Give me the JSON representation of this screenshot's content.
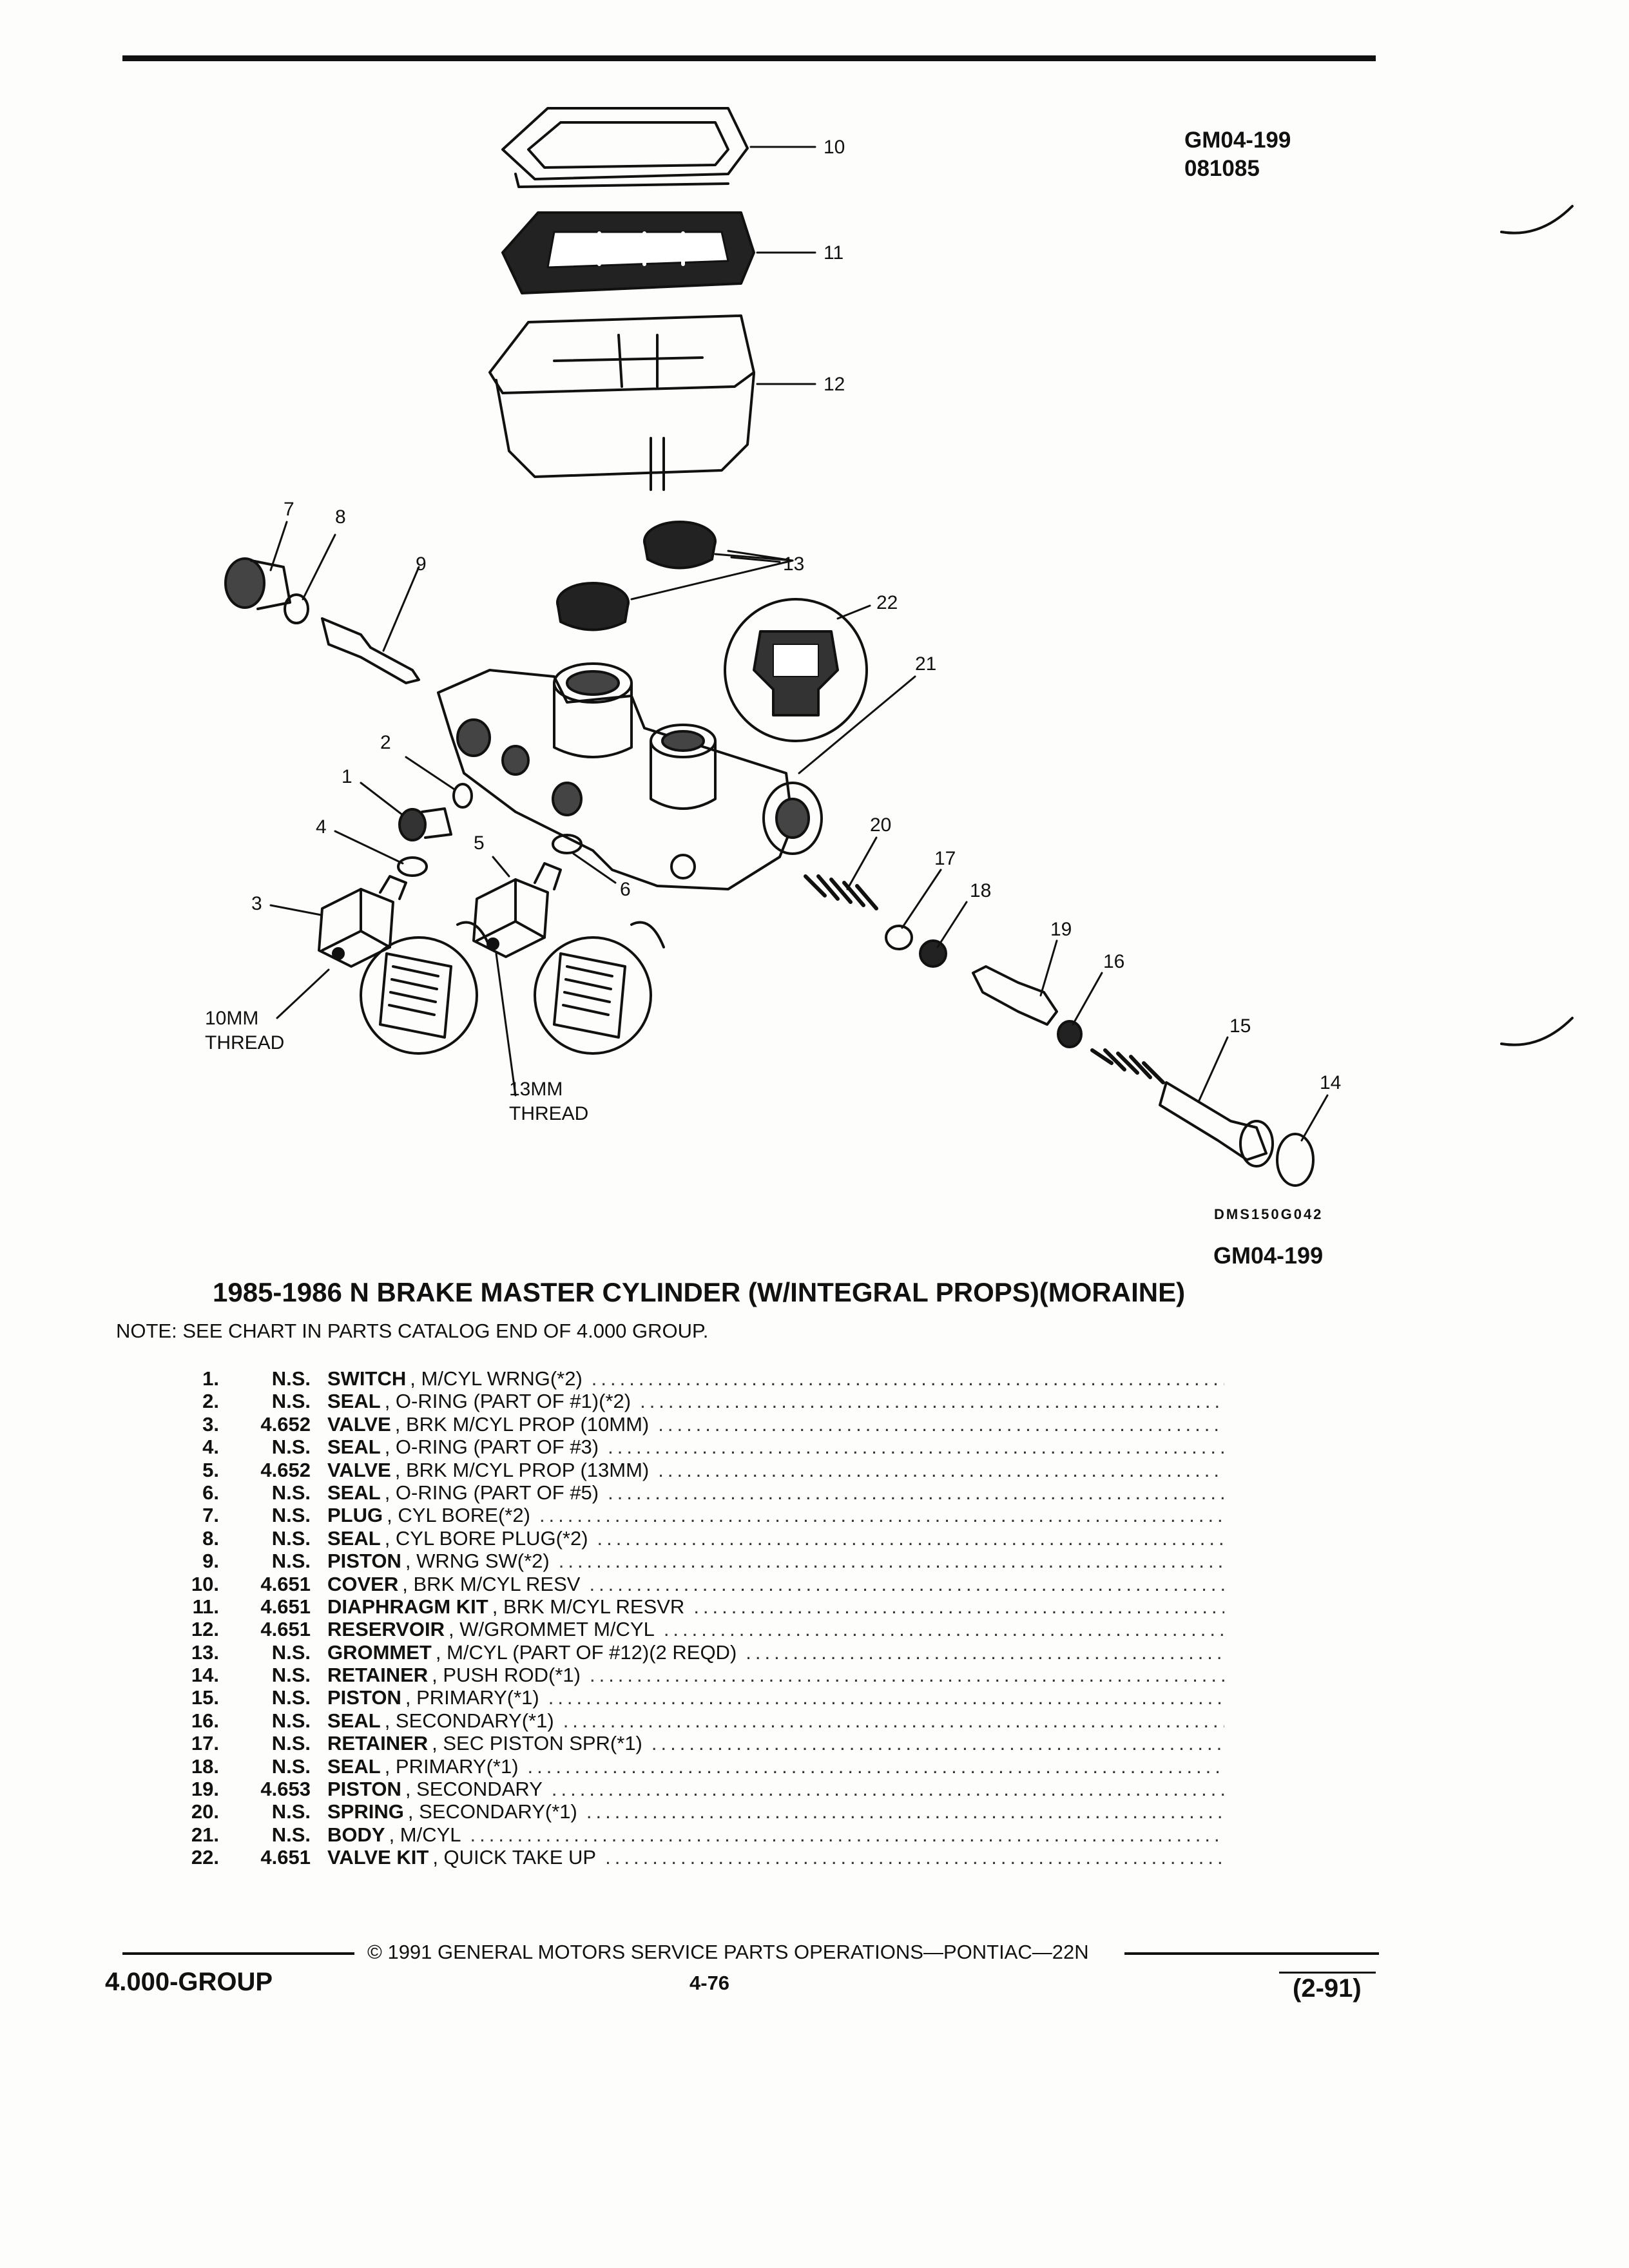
{
  "header": {
    "ref_code": "GM04-199",
    "ref_date": "081085"
  },
  "diagram": {
    "callouts": [
      "1",
      "2",
      "3",
      "4",
      "5",
      "6",
      "7",
      "8",
      "9",
      "10",
      "11",
      "12",
      "13",
      "14",
      "15",
      "16",
      "17",
      "18",
      "19",
      "20",
      "21",
      "22"
    ],
    "thread_10": [
      "10MM",
      "THREAD"
    ],
    "thread_13": [
      "13MM",
      "THREAD"
    ],
    "drawing_code": "DMS150G042",
    "figure_code": "GM04-199"
  },
  "title": "1985-1986 N BRAKE MASTER CYLINDER (W/INTEGRAL PROPS)(MORAINE)",
  "note": "NOTE:  SEE CHART IN PARTS CATALOG END OF 4.000 GROUP.",
  "parts": [
    {
      "num": "1.",
      "group": "N.S.",
      "name": "SWITCH",
      "desc": ", M/CYL WRNG(*2)"
    },
    {
      "num": "2.",
      "group": "N.S.",
      "name": "SEAL",
      "desc": ", O-RING (PART OF #1)(*2)"
    },
    {
      "num": "3.",
      "group": "4.652",
      "name": "VALVE",
      "desc": ", BRK M/CYL PROP (10MM)"
    },
    {
      "num": "4.",
      "group": "N.S.",
      "name": "SEAL",
      "desc": ", O-RING (PART OF #3)"
    },
    {
      "num": "5.",
      "group": "4.652",
      "name": "VALVE",
      "desc": ", BRK M/CYL PROP (13MM)"
    },
    {
      "num": "6.",
      "group": "N.S.",
      "name": "SEAL",
      "desc": ", O-RING (PART OF #5)"
    },
    {
      "num": "7.",
      "group": "N.S.",
      "name": "PLUG",
      "desc": ", CYL BORE(*2)"
    },
    {
      "num": "8.",
      "group": "N.S.",
      "name": "SEAL",
      "desc": ", CYL BORE PLUG(*2)"
    },
    {
      "num": "9.",
      "group": "N.S.",
      "name": "PISTON",
      "desc": ", WRNG SW(*2)"
    },
    {
      "num": "10.",
      "group": "4.651",
      "name": "COVER",
      "desc": ", BRK M/CYL RESV"
    },
    {
      "num": "11.",
      "group": "4.651",
      "name": "DIAPHRAGM KIT",
      "desc": ", BRK M/CYL RESVR"
    },
    {
      "num": "12.",
      "group": "4.651",
      "name": "RESERVOIR",
      "desc": ", W/GROMMET M/CYL"
    },
    {
      "num": "13.",
      "group": "N.S.",
      "name": "GROMMET",
      "desc": ", M/CYL (PART OF #12)(2 REQD)"
    },
    {
      "num": "14.",
      "group": "N.S.",
      "name": "RETAINER",
      "desc": ", PUSH ROD(*1)"
    },
    {
      "num": "15.",
      "group": "N.S.",
      "name": "PISTON",
      "desc": ", PRIMARY(*1)"
    },
    {
      "num": "16.",
      "group": "N.S.",
      "name": "SEAL",
      "desc": ", SECONDARY(*1)"
    },
    {
      "num": "17.",
      "group": "N.S.",
      "name": "RETAINER",
      "desc": ", SEC PISTON SPR(*1)"
    },
    {
      "num": "18.",
      "group": "N.S.",
      "name": "SEAL",
      "desc": ", PRIMARY(*1)"
    },
    {
      "num": "19.",
      "group": "4.653",
      "name": "PISTON",
      "desc": ", SECONDARY"
    },
    {
      "num": "20.",
      "group": "N.S.",
      "name": "SPRING",
      "desc": ", SECONDARY(*1)"
    },
    {
      "num": "21.",
      "group": "N.S.",
      "name": "BODY",
      "desc": ", M/CYL"
    },
    {
      "num": "22.",
      "group": "4.651",
      "name": "VALVE KIT",
      "desc": ", QUICK TAKE UP"
    }
  ],
  "footer": {
    "copyright": "© 1991 GENERAL MOTORS SERVICE PARTS OPERATIONS—PONTIAC—22N",
    "group": "4.000-GROUP",
    "page": "4-76",
    "date": "(2-91)"
  }
}
